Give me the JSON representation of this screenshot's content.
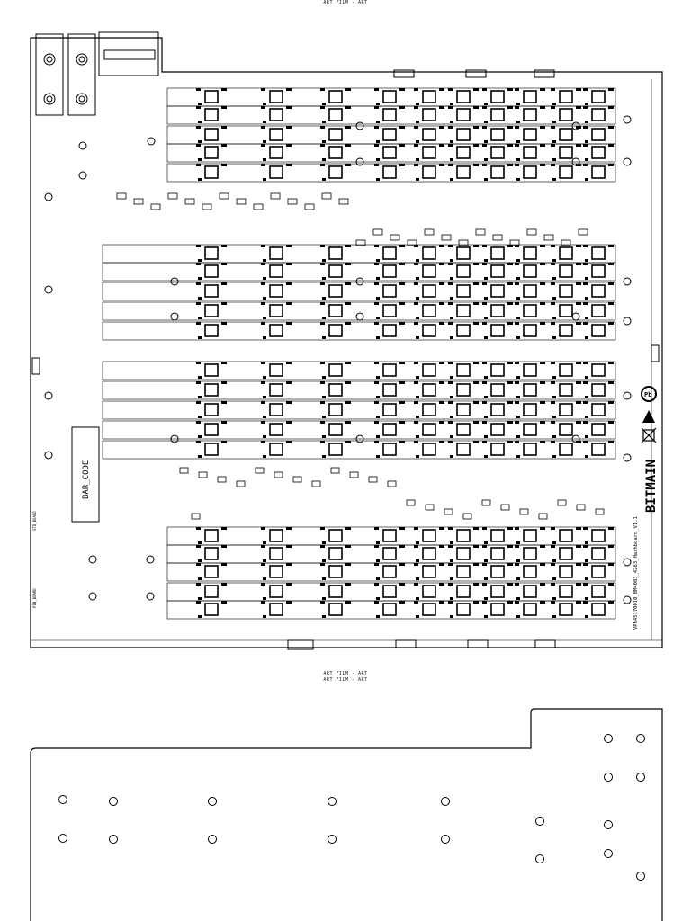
{
  "film_labels": {
    "top": "ART FILM - ART",
    "middle_1": "ART FILM - ART",
    "middle_2": "ART FILM - ART"
  },
  "board": {
    "bar_code_label": "BAR_CODE",
    "brand": "BITMAIN",
    "board_id": "VPN45170010_BM4083_4263_Hashboard_V1.1",
    "rohs_mark": "Pb",
    "side_label_left": "STD_BOARD",
    "side_label_left_2": "PIN_BOARD"
  },
  "colors": {
    "ink": "#000000",
    "paper": "#ffffff"
  },
  "icons": {
    "mount_hole": "circle-outline",
    "connector": "rect-outline",
    "warning": "triangle",
    "rohs": "circle-badge",
    "weee": "crossed-bin"
  }
}
